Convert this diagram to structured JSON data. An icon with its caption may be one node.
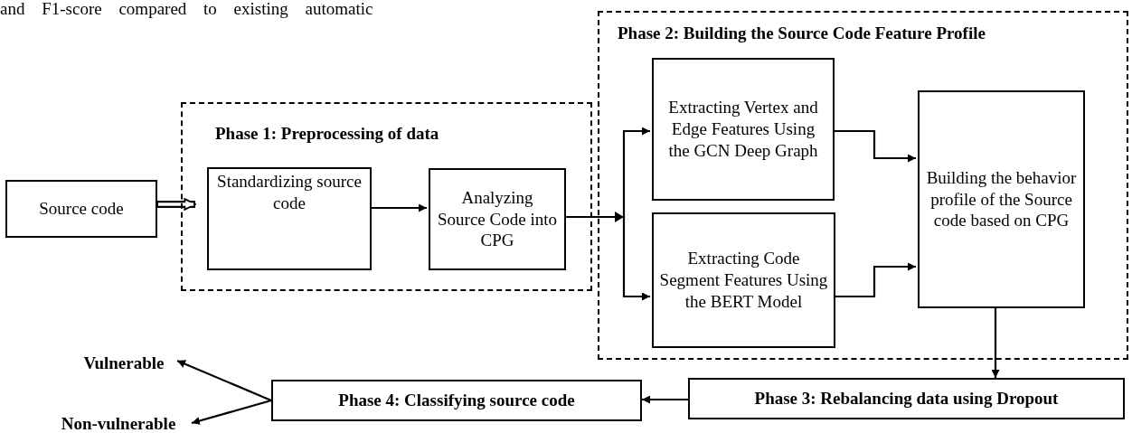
{
  "diagram": {
    "nodes": [
      {
        "text": [
          "Source code"
        ]
      },
      {
        "text": [
          "Phase 1: Preprocessing of data"
        ]
      },
      {
        "text": [
          "Standardizing source code"
        ],
        "in": 1
      },
      {
        "text": [
          "Analyzing Source Code into CPG"
        ],
        "in": 1
      },
      {
        "text": [
          "Phase 2: Building the Source Code Feature Profile"
        ]
      },
      {
        "text": [
          "Extracting Vertex and Edge Features Using the GCN Deep Graph"
        ],
        "in": 4
      },
      {
        "text": [
          "Extracting Code Segment Features Using the BERT Model"
        ],
        "in": 4
      },
      {
        "text": [
          "Building the behavior profile of the Source code based on CPG"
        ],
        "in": 4
      },
      {
        "text": [
          "Phase 3: Rebalancing data using Dropout"
        ]
      },
      {
        "text": [
          "Phase 4: Classifying source code"
        ]
      },
      {
        "text": [
          "Vulnerable"
        ]
      },
      {
        "text": [
          "Non-vulnerable"
        ]
      }
    ],
    "edges": [
      {
        "from": 0,
        "to": 2,
        "arrow": "to",
        "style": "thick"
      },
      {
        "from": 2,
        "to": 3,
        "arrow": "to"
      },
      {
        "from": 3,
        "to": 5,
        "arrow": "to"
      },
      {
        "from": 3,
        "to": 6,
        "arrow": "to"
      },
      {
        "from": 5,
        "to": 7,
        "arrow": "to"
      },
      {
        "from": 6,
        "to": 7,
        "arrow": "to"
      },
      {
        "from": 7,
        "to": 8,
        "arrow": "to"
      },
      {
        "from": 8,
        "to": 9,
        "arrow": "to"
      },
      {
        "from": 9,
        "to": 10,
        "arrow": "to"
      },
      {
        "from": 9,
        "to": 11,
        "arrow": "to"
      }
    ],
    "labels": [
      "and F1-score compared to existing automatic"
    ]
  }
}
